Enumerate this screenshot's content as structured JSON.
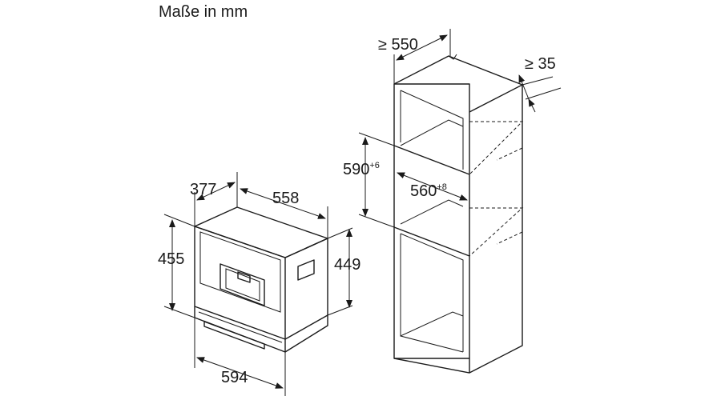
{
  "title": "Maße in mm",
  "appliance": {
    "depth_top": "377",
    "width_top": "558",
    "height_front": "455",
    "height_side": "449",
    "width_bottom": "594"
  },
  "cabinet": {
    "depth_min": "≥ 550",
    "gap_min": "≥ 35",
    "niche_height": "590",
    "niche_height_tol": "+6",
    "niche_width": "560",
    "niche_width_tol": "+8"
  }
}
